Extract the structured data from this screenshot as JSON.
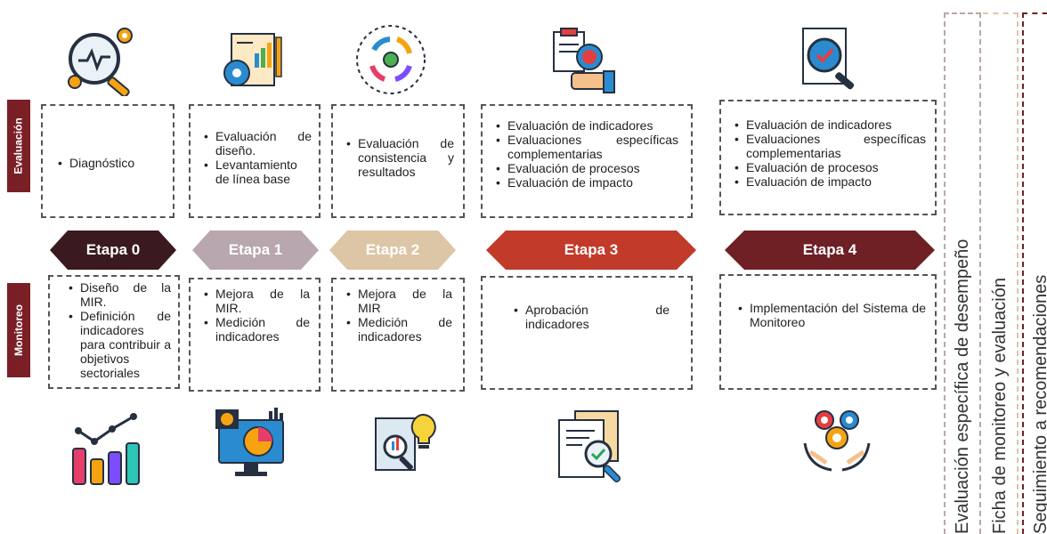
{
  "side_labels": {
    "evaluacion": "Evaluación",
    "monitoreo": "Monitoreo"
  },
  "colors": {
    "side_label_bg": "#7b1f26",
    "etapa0": "#3a1a1e",
    "etapa1": "#b8a7ae",
    "etapa2": "#dcc6a6",
    "etapa3": "#c23a2a",
    "etapa4": "#6e2024"
  },
  "stages": [
    {
      "label": "Etapa 0",
      "evaluacion": [
        "Diagnóstico"
      ],
      "monitoreo": [
        "Diseño de la MIR.",
        "Definición de indicadores para contribuir a objetivos sectoriales"
      ],
      "top_icon": "magnifier-gear-icon",
      "bottom_icon": "bar-chart-icon"
    },
    {
      "label": "Etapa 1",
      "evaluacion": [
        "Evaluación de diseño.",
        "Levantamiento de línea base"
      ],
      "monitoreo": [
        "Mejora de la MIR.",
        "Medición de indicadores"
      ],
      "top_icon": "report-gear-icon",
      "bottom_icon": "monitor-analytics-icon"
    },
    {
      "label": "Etapa 2",
      "evaluacion": [
        "Evaluación de consistencia y resultados"
      ],
      "monitoreo": [
        "Mejora de la MIR",
        "Medición de indicadores"
      ],
      "top_icon": "cycle-arrows-icon",
      "bottom_icon": "report-idea-icon"
    },
    {
      "label": "Etapa 3",
      "evaluacion": [
        "Evaluación de indicadores",
        "Evaluaciones específicas complementarias",
        "Evaluación de procesos",
        "Evaluación de impacto"
      ],
      "monitoreo": [
        "Aprobación de indicadores"
      ],
      "top_icon": "clipboard-hand-icon",
      "bottom_icon": "document-check-icon"
    },
    {
      "label": "Etapa 4",
      "evaluacion": [
        "Evaluación de indicadores",
        "Evaluaciones específicas complementarias",
        "Evaluación de procesos",
        "Evaluación de impacto"
      ],
      "monitoreo": [
        "Implementación del Sistema de Monitoreo"
      ],
      "top_icon": "document-search-check-icon",
      "bottom_icon": "hands-gears-icon"
    }
  ],
  "right_columns": [
    "Evaluación específica de desempeño",
    "Ficha de monitoreo y evaluación",
    "Seguimiento a recomendaciones"
  ]
}
